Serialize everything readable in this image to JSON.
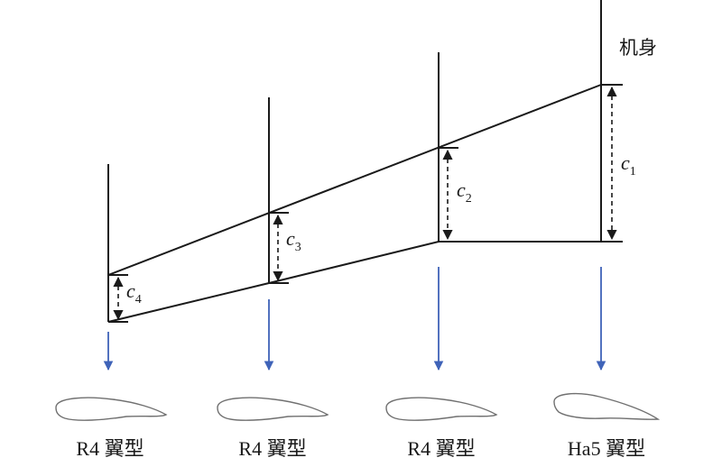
{
  "fuselage_label": "机身",
  "chord_labels": [
    {
      "symbol": "c",
      "subscript": "1"
    },
    {
      "symbol": "c",
      "subscript": "2"
    },
    {
      "symbol": "c",
      "subscript": "3"
    },
    {
      "symbol": "c",
      "subscript": "4"
    }
  ],
  "airfoil_captions": [
    "R4 翼型",
    "R4 翼型",
    "R4 翼型",
    "Ha5 翼型"
  ],
  "colors": {
    "line": "#1a1a1a",
    "arrow": "#3f63b8",
    "airfoil_outline": "#707070"
  }
}
